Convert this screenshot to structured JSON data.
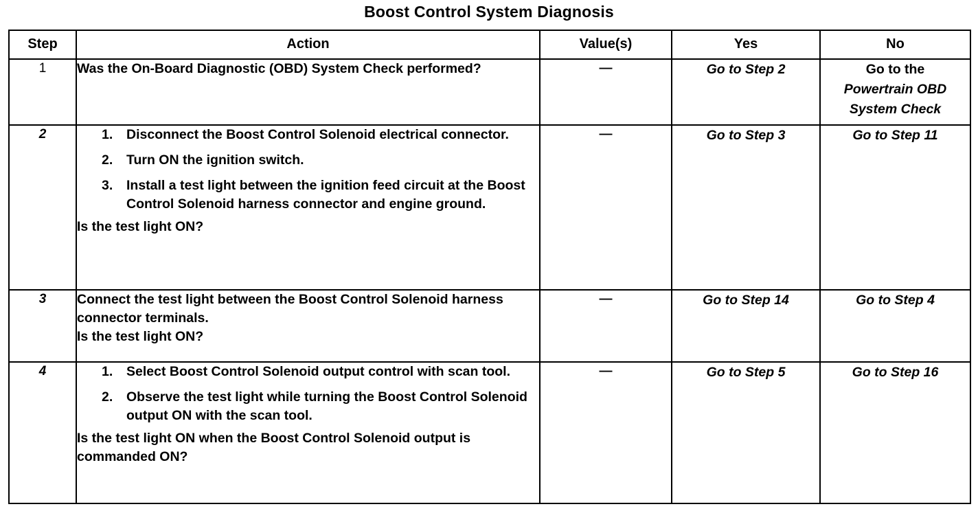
{
  "document": {
    "title": "Boost Control System Diagnosis"
  },
  "table": {
    "headers": {
      "step": "Step",
      "action": "Action",
      "values": "Value(s)",
      "yes": "Yes",
      "no": "No"
    },
    "rows": [
      {
        "step": "1",
        "action_intro": "Was the On-Board Diagnostic (OBD) System Check performed?",
        "action_items": [],
        "action_question": "",
        "value": "—",
        "yes": "Go to Step 2",
        "no_line1": "Go to the",
        "no_line2": "Powertrain OBD",
        "no_line3": "System Check"
      },
      {
        "step": "2",
        "action_intro": "",
        "action_items": [
          {
            "num": "1.",
            "text": "Disconnect the Boost Control Solenoid electrical connector."
          },
          {
            "num": "2.",
            "text": "Turn ON the ignition switch."
          },
          {
            "num": "3.",
            "text": "Install a test light between the ignition feed circuit at the Boost Control Solenoid harness connector and engine ground."
          }
        ],
        "action_question": "Is the test light ON?",
        "value": "—",
        "yes": "Go to Step 3",
        "no": "Go to Step 11"
      },
      {
        "step": "3",
        "action_intro": "Connect the test light between the Boost Control Solenoid harness connector terminals.",
        "action_items": [],
        "action_question": "Is the test light ON?",
        "value": "—",
        "yes": "Go to Step 14",
        "no": "Go to Step 4"
      },
      {
        "step": "4",
        "action_intro": "",
        "action_items": [
          {
            "num": "1.",
            "text": "Select Boost Control Solenoid output control with scan tool."
          },
          {
            "num": "2.",
            "text": "Observe the test light while turning the Boost Control Solenoid output ON with the scan tool."
          }
        ],
        "action_question": "Is the test light ON when the Boost Control Solenoid output is commanded ON?",
        "value": "—",
        "yes": "Go to Step 5",
        "no": "Go to Step 16"
      }
    ]
  }
}
